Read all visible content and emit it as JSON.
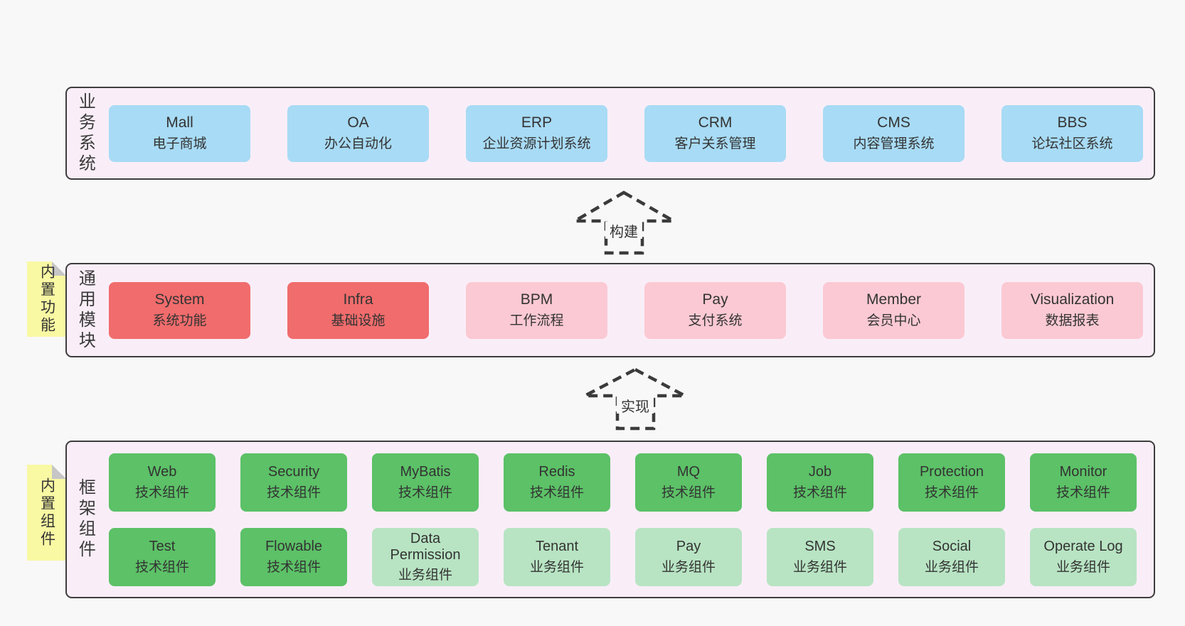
{
  "colors": {
    "page_bg": "#f8f8f8",
    "band_bg": "#f9eef8",
    "band_border": "#3d3d3d",
    "blue": "#a8dbf5",
    "red": "#f16c6c",
    "pink": "#fbc9d3",
    "green": "#5cc167",
    "green_light": "#b8e4c3",
    "note_yellow": "#f9f8a3",
    "note_fold": "#c6c6c6",
    "text": "#333333"
  },
  "bands": [
    {
      "label_vertical": "业务系统",
      "items": [
        {
          "title": "Mall",
          "subtitle": "电子商城",
          "variant": "blue"
        },
        {
          "title": "OA",
          "subtitle": "办公自动化",
          "variant": "blue"
        },
        {
          "title": "ERP",
          "subtitle": "企业资源计划系统",
          "variant": "blue"
        },
        {
          "title": "CRM",
          "subtitle": "客户关系管理",
          "variant": "blue"
        },
        {
          "title": "CMS",
          "subtitle": "内容管理系统",
          "variant": "blue"
        },
        {
          "title": "BBS",
          "subtitle": "论坛社区系统",
          "variant": "blue"
        }
      ]
    },
    {
      "label_vertical": "通用模块",
      "sticky_note": "内置功能",
      "items": [
        {
          "title": "System",
          "subtitle": "系统功能",
          "variant": "red"
        },
        {
          "title": "Infra",
          "subtitle": "基础设施",
          "variant": "red"
        },
        {
          "title": "BPM",
          "subtitle": "工作流程",
          "variant": "pink"
        },
        {
          "title": "Pay",
          "subtitle": "支付系统",
          "variant": "pink"
        },
        {
          "title": "Member",
          "subtitle": "会员中心",
          "variant": "pink"
        },
        {
          "title": "Visualization",
          "subtitle": "数据报表",
          "variant": "pink"
        }
      ]
    },
    {
      "label_vertical": "框架组件",
      "sticky_note": "内置组件",
      "rows": [
        [
          {
            "title": "Web",
            "subtitle": "技术组件",
            "variant": "green"
          },
          {
            "title": "Security",
            "subtitle": "技术组件",
            "variant": "green"
          },
          {
            "title": "MyBatis",
            "subtitle": "技术组件",
            "variant": "green"
          },
          {
            "title": "Redis",
            "subtitle": "技术组件",
            "variant": "green"
          },
          {
            "title": "MQ",
            "subtitle": "技术组件",
            "variant": "green"
          },
          {
            "title": "Job",
            "subtitle": "技术组件",
            "variant": "green"
          },
          {
            "title": "Protection",
            "subtitle": "技术组件",
            "variant": "green"
          },
          {
            "title": "Monitor",
            "subtitle": "技术组件",
            "variant": "green"
          }
        ],
        [
          {
            "title": "Test",
            "subtitle": "技术组件",
            "variant": "green"
          },
          {
            "title": "Flowable",
            "subtitle": "技术组件",
            "variant": "green"
          },
          {
            "title": "Data Permission",
            "subtitle": "业务组件",
            "variant": "green_light"
          },
          {
            "title": "Tenant",
            "subtitle": "业务组件",
            "variant": "green_light"
          },
          {
            "title": "Pay",
            "subtitle": "业务组件",
            "variant": "green_light"
          },
          {
            "title": "SMS",
            "subtitle": "业务组件",
            "variant": "green_light"
          },
          {
            "title": "Social",
            "subtitle": "业务组件",
            "variant": "green_light"
          },
          {
            "title": "Operate Log",
            "subtitle": "业务组件",
            "variant": "green_light"
          }
        ]
      ]
    }
  ],
  "arrows": [
    {
      "label": "构建"
    },
    {
      "label": "实现"
    }
  ]
}
